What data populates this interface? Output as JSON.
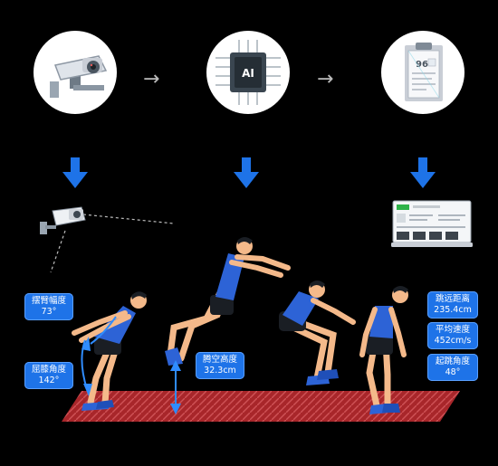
{
  "flow": {
    "icons": [
      "camera-icon",
      "ai-chip-icon",
      "report-clipboard-icon"
    ],
    "chip_text": "AI",
    "report_score": "96",
    "arrow_glyph": "→"
  },
  "metrics": {
    "arm_swing": {
      "label": "摆臂幅度",
      "value": "73°"
    },
    "knee_angle": {
      "label": "屈膝角度",
      "value": "142°"
    },
    "air_height": {
      "label": "腾空高度",
      "value": "32.3cm"
    },
    "jump_distance": {
      "label": "跳远距离",
      "value": "235.4cm"
    },
    "avg_speed": {
      "label": "平均速度",
      "value": "452cm/s"
    },
    "takeoff_angle": {
      "label": "起跳角度",
      "value": "48°"
    }
  },
  "colors": {
    "accent_blue": "#1e73e8",
    "mat_red": "#a8262a",
    "athlete_shirt": "#2d63d6",
    "skin": "#f4b98a"
  }
}
